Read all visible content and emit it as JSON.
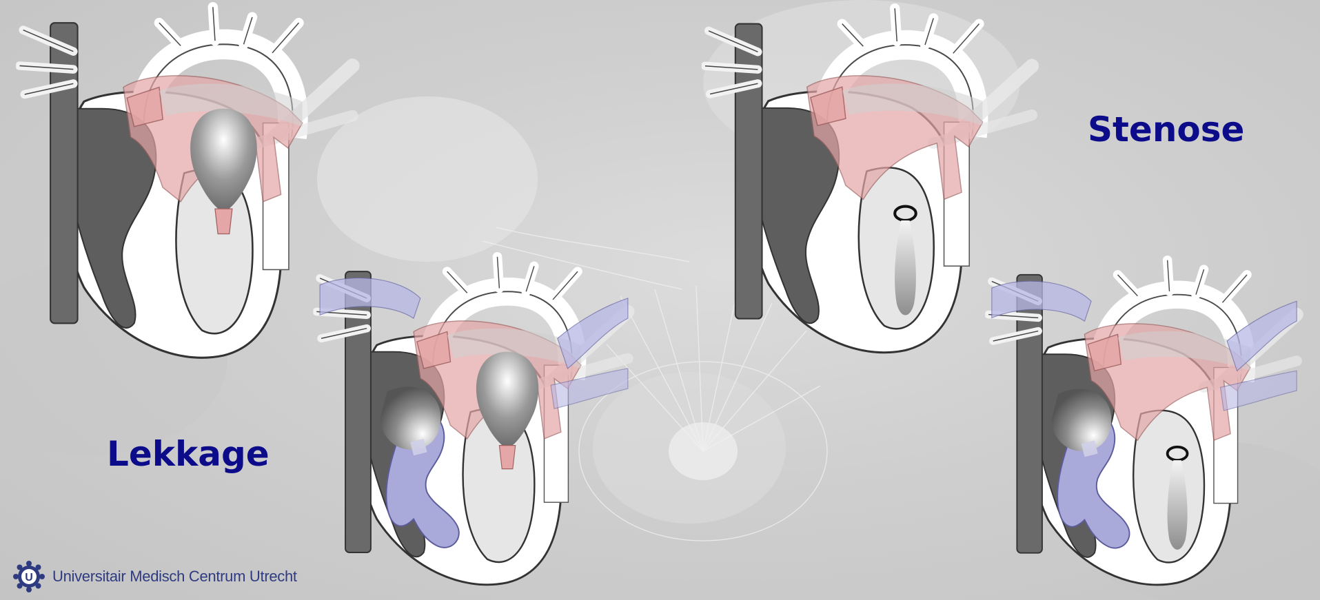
{
  "labels": {
    "lekkage": "Lekkage",
    "stenose": "Stenose"
  },
  "footer": {
    "logo_letter": "U",
    "institution": "Universitair Medisch Centrum Utrecht"
  },
  "colors": {
    "label": "#0c0c8a",
    "footer_text": "#2f3b80",
    "heart_dark": "#5e5e5e",
    "pink_overlay": "#e4a6a6",
    "blue_overlay": "#a9a9da",
    "background": "#cfcfcf"
  },
  "diagrams": [
    {
      "id": "heart-lekkage-top",
      "panel": "Lekkage",
      "variant": "normal"
    },
    {
      "id": "heart-lekkage-bottom",
      "panel": "Lekkage",
      "variant": "blue"
    },
    {
      "id": "heart-stenose-top",
      "panel": "Stenose",
      "variant": "normal"
    },
    {
      "id": "heart-stenose-bottom",
      "panel": "Stenose",
      "variant": "blue"
    }
  ]
}
